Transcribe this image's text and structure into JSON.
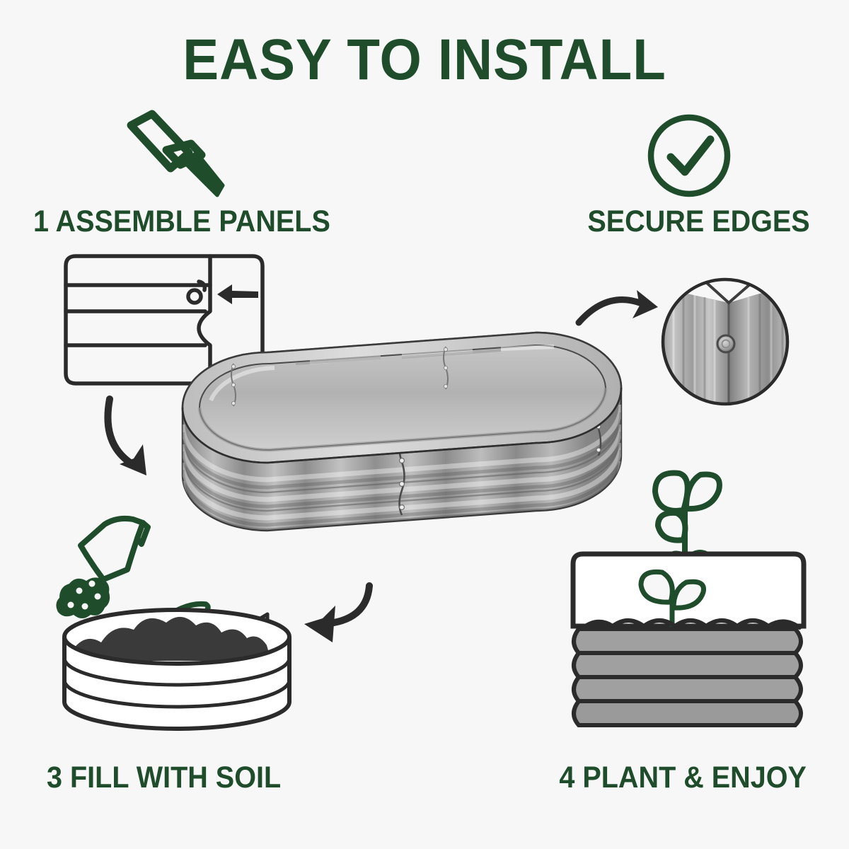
{
  "meta": {
    "background_color": "#f7f7f7",
    "brand_green": "#1f4d2c",
    "outline_dark": "#2b2b2b",
    "metal_gray_light": "#c9c9c9",
    "metal_gray_mid": "#9a9a9a",
    "metal_gray_dark": "#6f6f6f",
    "soil_color": "#3a3a3a"
  },
  "header": {
    "title": "EASY TO INSTALL"
  },
  "steps": [
    {
      "number": "1",
      "label": "1 ASSEMBLE PANELS",
      "icon": "screwdriver-icon",
      "illustration": "two-corrugated-panels-joining-with-screw-and-arrow"
    },
    {
      "number": "",
      "label": "SECURE EDGES",
      "icon": "check-circle-icon",
      "illustration": "zoomed-corner-joint-with-bolt"
    },
    {
      "number": "3",
      "label": "3  FILL WITH SOIL",
      "icon": "soil-bag-and-trowel-icon",
      "illustration": "oval-bed-filled-with-soil"
    },
    {
      "number": "4",
      "label": "4 PLANT & ENJOY",
      "icon": "seedling-icon",
      "illustration": "cross-section-bed-with-seedlings"
    }
  ],
  "product": {
    "name": "oval-corrugated-raised-garden-bed",
    "shape": "stadium-oval",
    "material": "galvanized-steel",
    "panel_rows": 4
  },
  "arrows": [
    {
      "name": "arrow-step1-to-step3",
      "direction": "down-right"
    },
    {
      "name": "arrow-to-secure-edges-detail",
      "direction": "right"
    },
    {
      "name": "arrow-to-fill-with-soil",
      "direction": "left"
    }
  ],
  "markers": {
    "small_triangle": "triangle-outline-marker",
    "small_caret": "caret-up-marker"
  }
}
